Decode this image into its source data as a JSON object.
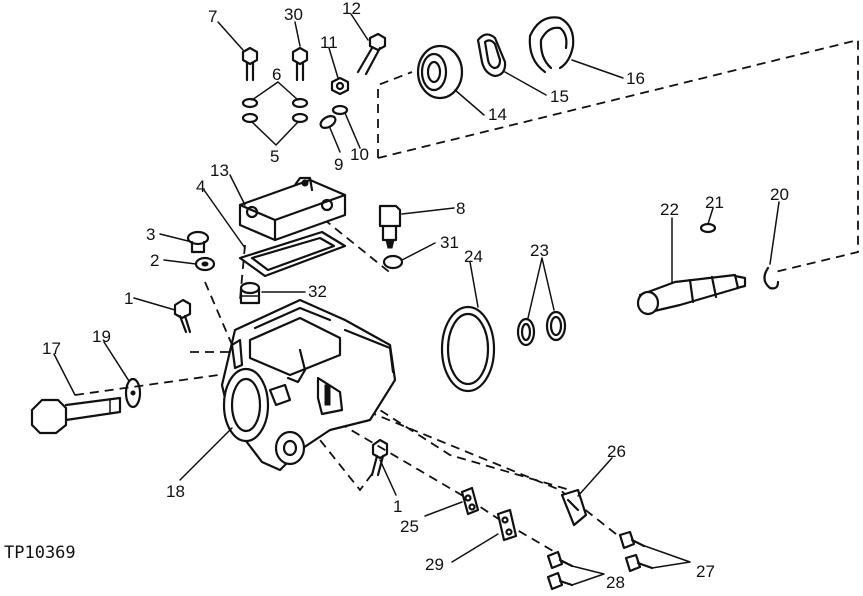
{
  "figure_code": "TP10369",
  "callouts": {
    "c1a": "1",
    "c1b": "1",
    "c2": "2",
    "c3": "3",
    "c4": "4",
    "c5": "5",
    "c6": "6",
    "c7": "7",
    "c8": "8",
    "c9": "9",
    "c10": "10",
    "c11": "11",
    "c12": "12",
    "c13": "13",
    "c14": "14",
    "c15": "15",
    "c16": "16",
    "c17": "17",
    "c18": "18",
    "c19": "19",
    "c20": "20",
    "c21": "21",
    "c22": "22",
    "c23": "23",
    "c24": "24",
    "c25": "25",
    "c26": "26",
    "c27": "27",
    "c28": "28",
    "c29": "29",
    "c30": "30",
    "c31": "31",
    "c32": "32"
  }
}
